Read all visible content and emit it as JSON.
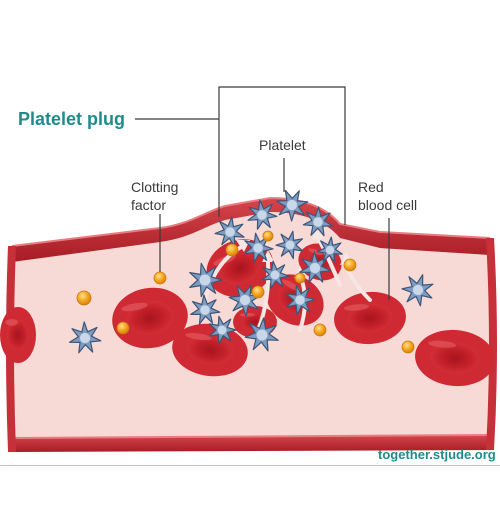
{
  "labels": {
    "title": "Platelet plug",
    "platelet": "Platelet",
    "clotting_factor": "Clotting\nfactor",
    "red_blood_cell": "Red\nblood cell"
  },
  "footer": {
    "brand_url": "together.stjude.org"
  },
  "colors": {
    "brand_teal": "#1f8c8c",
    "vessel_wall": "#b5232b",
    "vessel_lumen": "#f7d9d6",
    "red_blood_cell": "#c0202a",
    "platelet": "#6f8fb3",
    "clotting_factor": "#f2a21b"
  }
}
